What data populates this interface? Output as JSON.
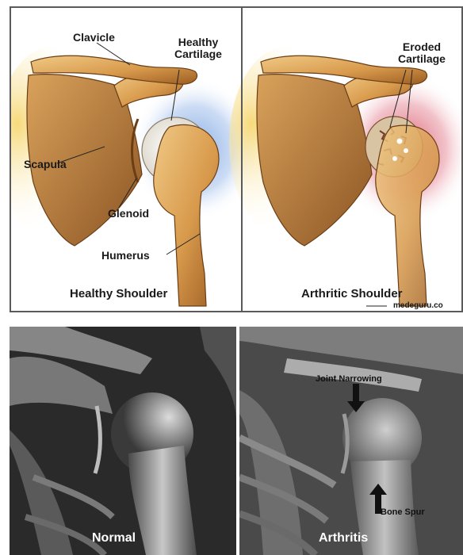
{
  "illustration": {
    "healthy_panel": {
      "labels": {
        "clavicle": "Clavicle",
        "cartilage_line1": "Healthy",
        "cartilage_line2": "Cartilage",
        "scapula": "Scapula",
        "glenoid": "Glenoid",
        "humerus": "Humerus"
      },
      "caption": "Healthy Shoulder",
      "glow_color": "#8fb3e6"
    },
    "arthritic_panel": {
      "labels": {
        "cartilage_line1": "Eroded",
        "cartilage_line2": "Cartilage"
      },
      "caption": "Arthritic Shoulder",
      "glow_color": "#e07f8a"
    },
    "credit": "medeguru.co",
    "bone_color": "#d9a45a"
  },
  "xray": {
    "normal_caption": "Normal",
    "arthritis_caption": "Arthritis",
    "annotations": {
      "joint_narrowing": "Joint Narrowing",
      "bone_spur": "Bone Spur"
    },
    "arrow_icons": [
      "arrow-down-icon",
      "arrow-up-icon"
    ]
  }
}
